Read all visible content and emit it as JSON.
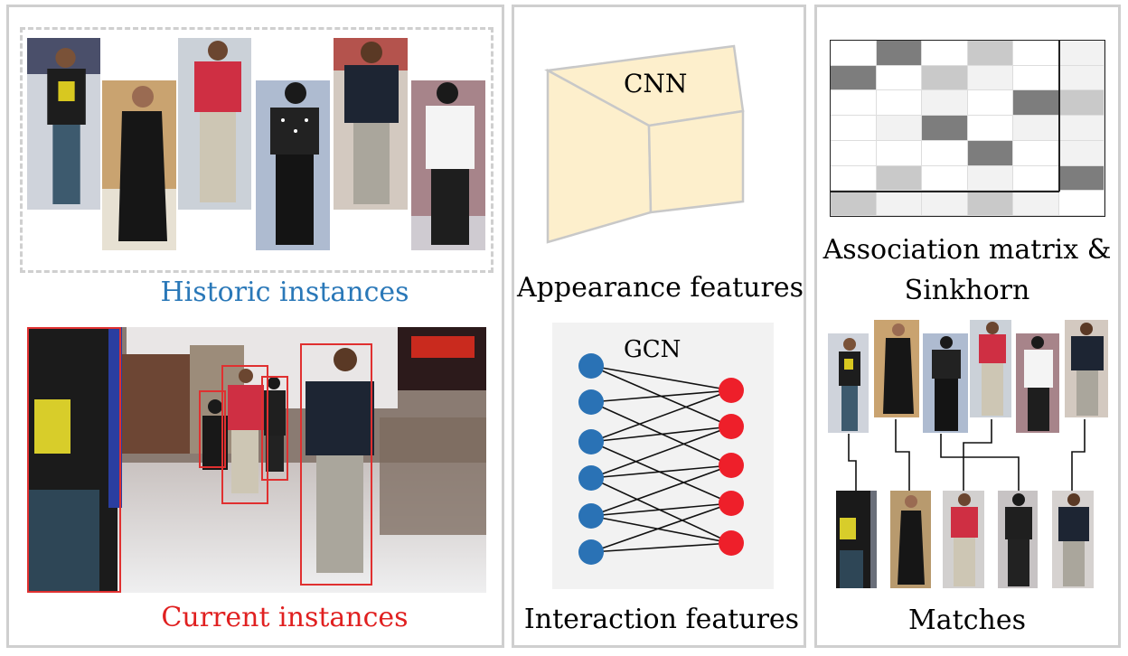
{
  "captions": {
    "historic": "Historic instances",
    "current": "Current instances",
    "appearance": "Appearance features",
    "cnn": "CNN",
    "gcn": "GCN",
    "interaction": "Interaction features",
    "association_line1": "Association matrix &",
    "association_line2": "Sinkhorn",
    "matches": "Matches"
  },
  "colors": {
    "historic_caption": "#2a78b8",
    "current_caption": "#e02020",
    "gcn_left_nodes": "#2a72b5",
    "gcn_right_nodes": "#ee1f2a",
    "cnn_fill": "#fdefcc",
    "bbox": "#e03030"
  },
  "association_matrix": [
    [
      "#ffffff",
      "#7d7d7d",
      "#ffffff",
      "#c9c9c9",
      "#ffffff",
      "#f2f2f2"
    ],
    [
      "#7d7d7d",
      "#ffffff",
      "#c9c9c9",
      "#f2f2f2",
      "#ffffff",
      "#f2f2f2"
    ],
    [
      "#ffffff",
      "#ffffff",
      "#f2f2f2",
      "#ffffff",
      "#7d7d7d",
      "#c9c9c9"
    ],
    [
      "#ffffff",
      "#f2f2f2",
      "#7d7d7d",
      "#ffffff",
      "#f2f2f2",
      "#f2f2f2"
    ],
    [
      "#ffffff",
      "#ffffff",
      "#ffffff",
      "#7d7d7d",
      "#ffffff",
      "#f2f2f2"
    ],
    [
      "#ffffff",
      "#c9c9c9",
      "#ffffff",
      "#f2f2f2",
      "#ffffff",
      "#7d7d7d"
    ],
    [
      "#c9c9c9",
      "#f2f2f2",
      "#f2f2f2",
      "#c9c9c9",
      "#f2f2f2",
      "#ffffff"
    ]
  ]
}
